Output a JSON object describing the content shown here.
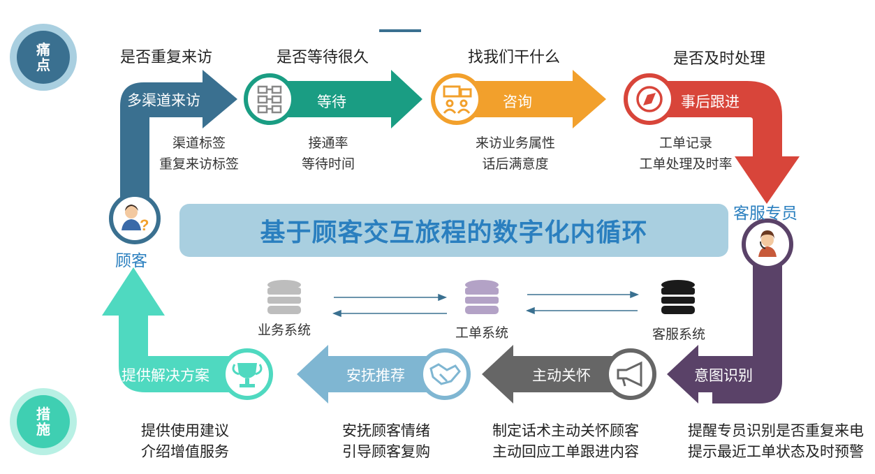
{
  "colors": {
    "customer_arrow": "#3a7090",
    "wait_arrow": "#1a9d83",
    "consult_arrow": "#f2a02c",
    "followup_arrow": "#d8453a",
    "agent_arrow": "#5a4268",
    "gray_arrow": "#666666",
    "comfort_arrow": "#7fb6d2",
    "provide_arrow": "#4fd9c0",
    "banner_bg": "#a9cfe0",
    "banner_text": "#2a7fbf"
  },
  "badges": {
    "pain": "痛\n点",
    "measures": "措\n施"
  },
  "top": {
    "pain_points": [
      "是否重复来访",
      "是否等待很久",
      "找我们干什么",
      "是否及时处理"
    ],
    "stages": [
      {
        "label": "多渠道来访",
        "sub": [
          "渠道标签",
          "重复来访标签"
        ],
        "icon": "multichannel"
      },
      {
        "label": "等待",
        "sub": [
          "接通率",
          "等待时间"
        ],
        "icon": "flowchart-icon"
      },
      {
        "label": "咨询",
        "sub": [
          "来访业务属性",
          "话后满意度"
        ],
        "icon": "team-chart-icon"
      },
      {
        "label": "事后跟进",
        "sub": [
          "工单记录",
          "工单处理及时率"
        ],
        "icon": "compass-icon"
      }
    ]
  },
  "nodes": {
    "customer": "顾客",
    "agent": "客服专员"
  },
  "banner": "基于顾客交互旅程的数字化内循环",
  "systems": [
    "业务系统",
    "工单系统",
    "客服系统"
  ],
  "bottom": {
    "stages": [
      {
        "label": "意图识别",
        "icon": "none"
      },
      {
        "label": "主动关怀",
        "icon": "megaphone-icon"
      },
      {
        "label": "安抚推荐",
        "icon": "handshake-icon"
      },
      {
        "label": "提供解决方案",
        "icon": "trophy-icon"
      }
    ],
    "measures": [
      [
        "提醒专员识别是否重复来电",
        "提示最近工单状态及时预警"
      ],
      [
        "制定话术主动关怀顾客",
        "主动回应工单跟进内容"
      ],
      [
        "安抚顾客情绪",
        "引导顾客复购"
      ],
      [
        "提供使用建议",
        "介绍增值服务"
      ]
    ]
  }
}
